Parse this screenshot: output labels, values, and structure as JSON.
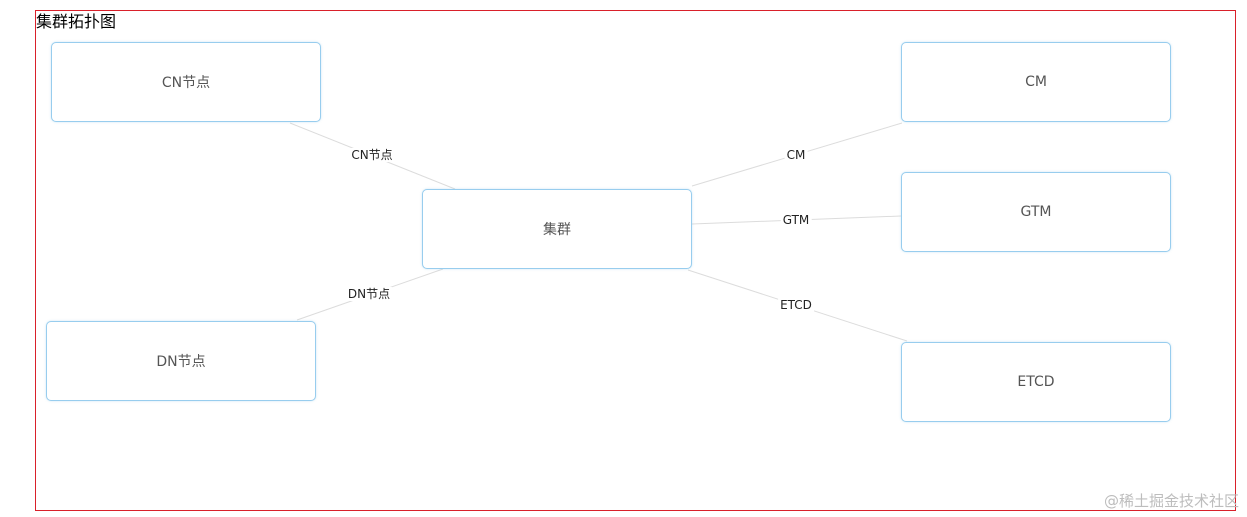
{
  "title": "集群拓扑图",
  "colors": {
    "frame_border": "#d9202a",
    "node_border": "#98cdee",
    "edge": "#dcdcdc"
  },
  "nodes": {
    "center": "集群",
    "cn": "CN节点",
    "dn": "DN节点",
    "cm": "CM",
    "gtm": "GTM",
    "etcd": "ETCD"
  },
  "edges": {
    "cn": "CN节点",
    "dn": "DN节点",
    "cm": "CM",
    "gtm": "GTM",
    "etcd": "ETCD"
  },
  "watermark": "@稀土掘金技术社区"
}
